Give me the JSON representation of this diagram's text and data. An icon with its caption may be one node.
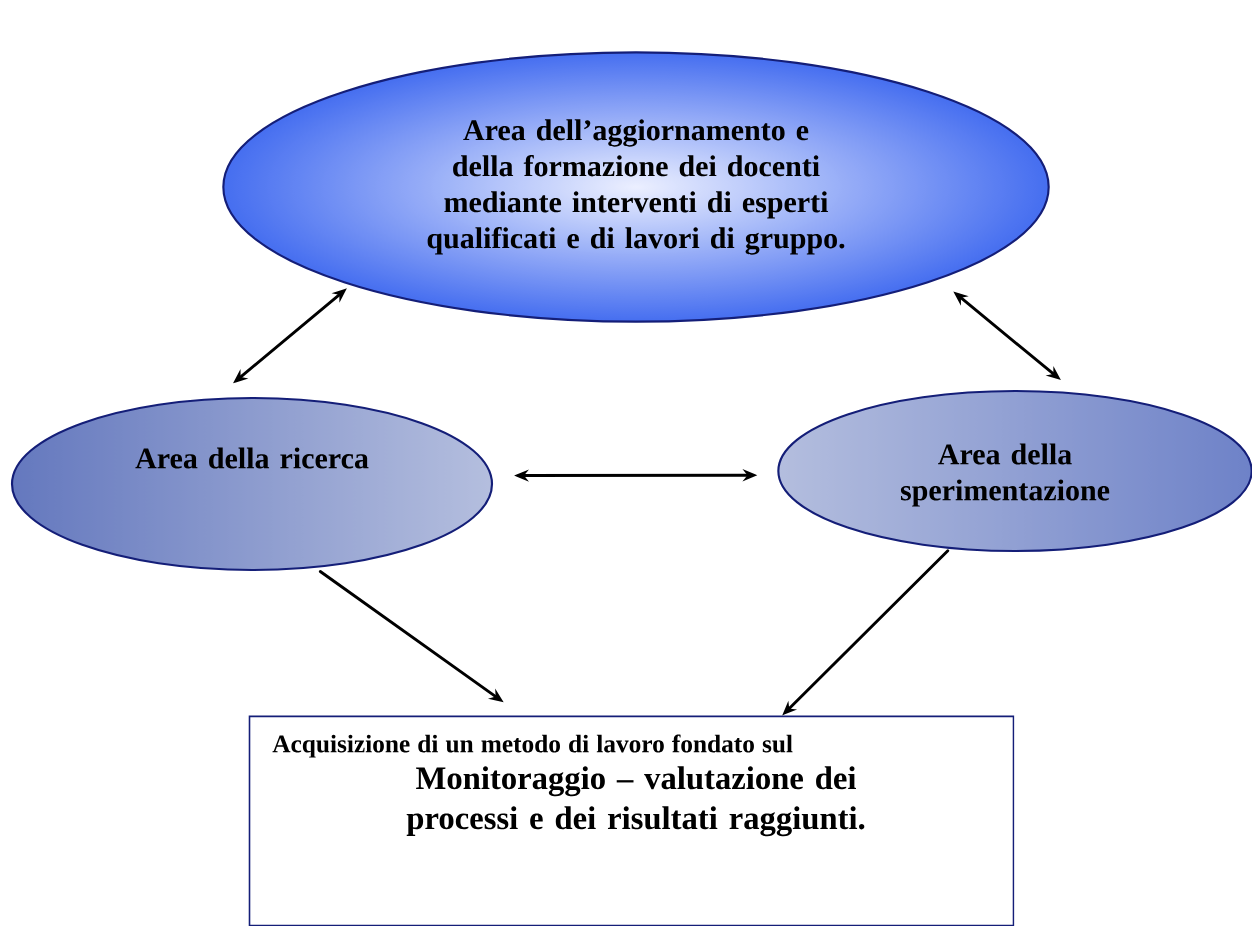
{
  "diagram": {
    "nodes": [
      {
        "text": [
          "Area dell’aggiornamento e della formazione dei docenti mediante interventi di esperti qualificati e di lavori di gruppo."
        ]
      },
      {
        "text": [
          "Area della ricerca"
        ]
      },
      {
        "text": [
          "Area della sperimentazione"
        ]
      },
      {
        "text": [
          "Acquisizione di un metodo di lavoro fondato sul",
          "Monitoraggio – valutazione dei processi e dei risultati raggiunti."
        ]
      }
    ],
    "edges": [
      {
        "from": 1,
        "to": 0,
        "arrow": "both"
      },
      {
        "from": 2,
        "to": 0,
        "arrow": "both"
      },
      {
        "from": 1,
        "to": 2,
        "arrow": "both"
      },
      {
        "from": 1,
        "to": 3,
        "arrow": "to"
      },
      {
        "from": 2,
        "to": 3,
        "arrow": "to"
      }
    ]
  }
}
